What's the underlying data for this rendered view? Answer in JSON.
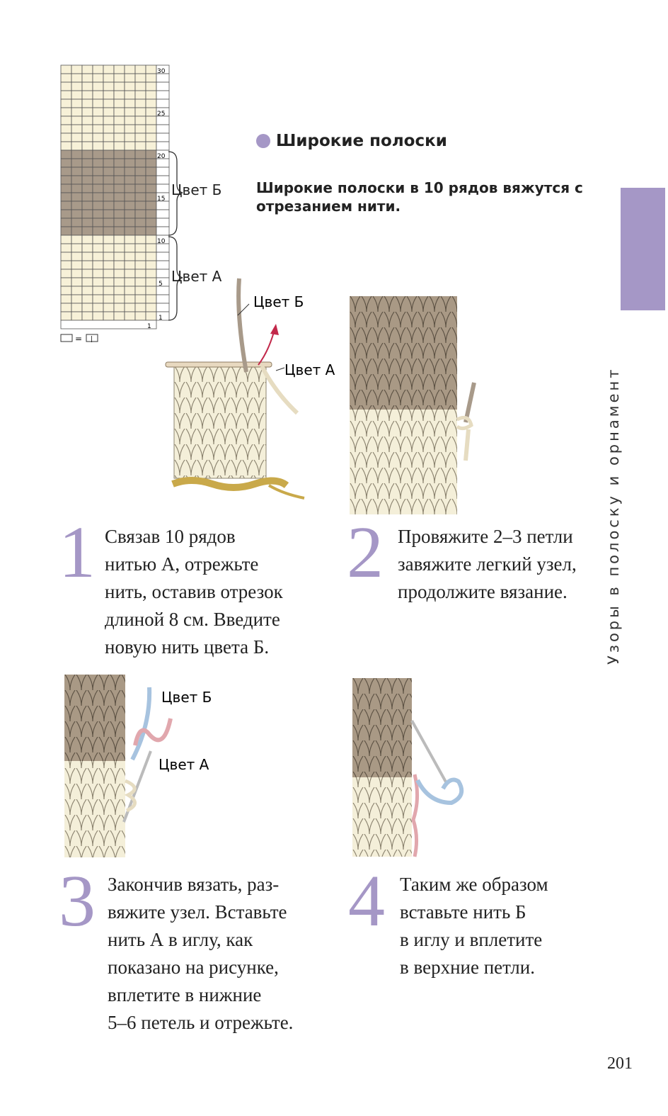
{
  "chart": {
    "row_numbers": [
      "30",
      "25",
      "20",
      "15",
      "10",
      "5",
      "1"
    ],
    "bottom_number": "1",
    "brace_label_b": "Цвет Б",
    "brace_label_a": "Цвет А",
    "legend_eq": "=",
    "legend_symbol": "|",
    "colors": {
      "light": "#f7f1d8",
      "dark": "#a89a8a"
    }
  },
  "section": {
    "title": "Широкие полоски",
    "intro": "Широкие полоски в 10 рядов вяжутся с отрезанием нити."
  },
  "side_tab": {
    "text": "Узоры в полоску и орнамент",
    "color": "#a597c6"
  },
  "illustration1": {
    "label_b": "Цвет Б",
    "label_a": "Цвет А"
  },
  "illustration3": {
    "label_b": "Цвет Б",
    "label_a": "Цвет А"
  },
  "steps": [
    {
      "number": "1",
      "lines": [
        "Связав 10 рядов",
        "нитью А, отрежьте",
        "нить, оставив отрезок",
        "длиной 8 см. Введите",
        "новую нить цвета Б."
      ]
    },
    {
      "number": "2",
      "lines": [
        "Провяжите 2–3 петли",
        "завяжите легкий узел,",
        "продолжите вязание."
      ]
    },
    {
      "number": "3",
      "lines": [
        "Закончив вязать, раз-",
        "вяжите узел. Вставьте",
        "нить А в иглу, как",
        "показано на рисунке,",
        "вплетите в нижние",
        "5–6 петель и отрежьте."
      ]
    },
    {
      "number": "4",
      "lines": [
        "Таким же образом",
        "вставьте нить Б",
        "в иглу и вплетите",
        "в верхние петли."
      ]
    }
  ],
  "page_number": "201"
}
